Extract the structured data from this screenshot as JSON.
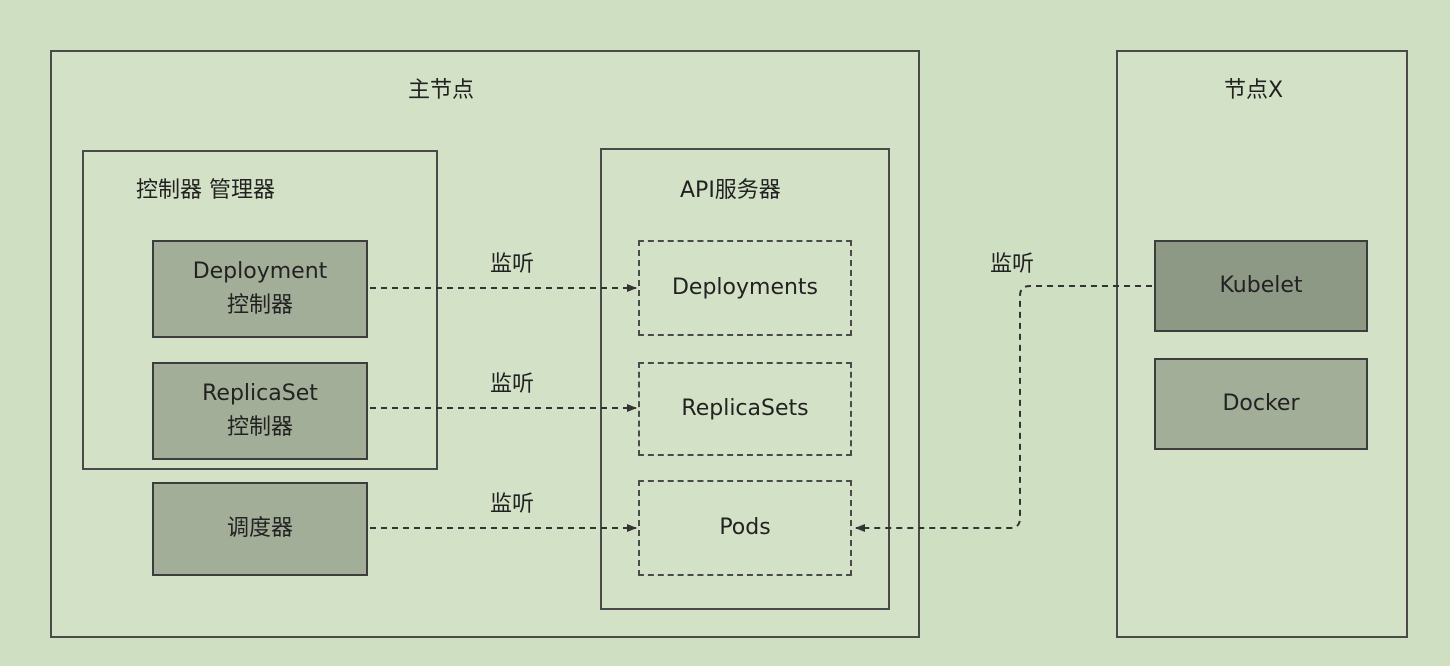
{
  "master": {
    "title": "主节点"
  },
  "controller_manager": {
    "title": "控制器 管理器"
  },
  "deployment_controller": {
    "line1": "Deployment",
    "line2": "控制器"
  },
  "replicaset_controller": {
    "line1": "ReplicaSet",
    "line2": "控制器"
  },
  "scheduler": {
    "label": "调度器"
  },
  "api_server": {
    "title": "API服务器"
  },
  "resources": {
    "deployments": "Deployments",
    "replicasets": "ReplicaSets",
    "pods": "Pods"
  },
  "node": {
    "title": "节点X",
    "kubelet": "Kubelet",
    "docker": "Docker"
  },
  "watch_labels": {
    "deployment": "监听",
    "replicaset": "监听",
    "scheduler": "监听",
    "kubelet": "监听"
  }
}
